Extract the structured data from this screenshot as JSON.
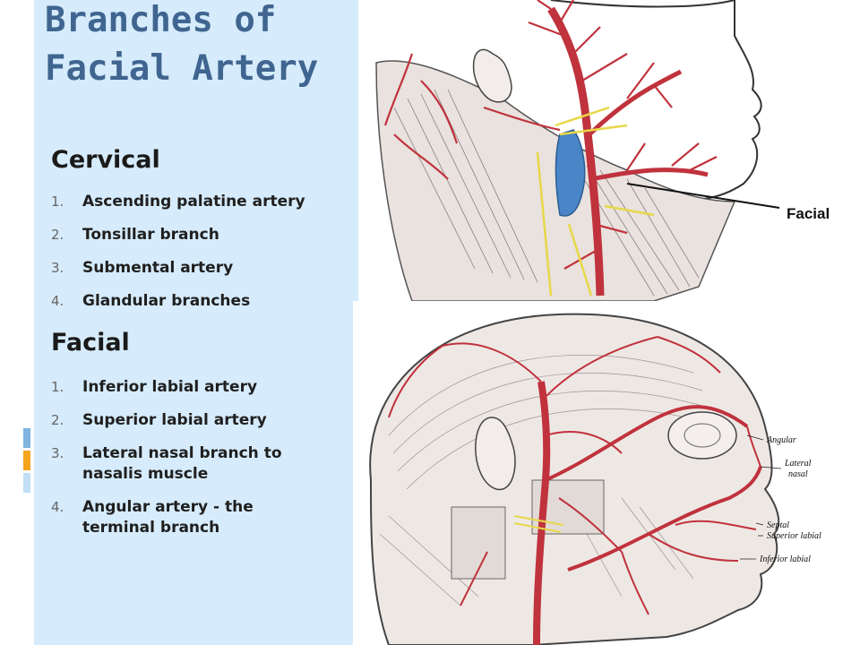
{
  "slide": {
    "title": "Branches of Facial Artery",
    "sections": [
      {
        "heading": "Cervical",
        "items": [
          {
            "num": "1.",
            "text": "Ascending palatine artery"
          },
          {
            "num": "2.",
            "text": "Tonsillar branch"
          },
          {
            "num": "3.",
            "text": "Submental artery"
          },
          {
            "num": "4.",
            "text": "Glandular branches"
          }
        ]
      },
      {
        "heading": "Facial",
        "items": [
          {
            "num": "1.",
            "text": "Inferior labial artery"
          },
          {
            "num": "2.",
            "text": "Superior labial artery"
          },
          {
            "num": "3.",
            "text": "Lateral nasal branch to nasalis muscle"
          },
          {
            "num": "4.",
            "text": "Angular artery - the terminal branch"
          }
        ]
      }
    ]
  },
  "figures": {
    "neck": {
      "label": "Facial"
    },
    "head": {
      "labels": [
        "Angular",
        "Lateral",
        "nasal",
        "Septal",
        "Superior labial",
        "Inferior labial"
      ]
    }
  },
  "colors": {
    "panel": "#d6ebfb",
    "title": "#3f6590",
    "artery": "#c0323c",
    "vein": "#4a86c7",
    "nerve": "#e8d84a"
  }
}
